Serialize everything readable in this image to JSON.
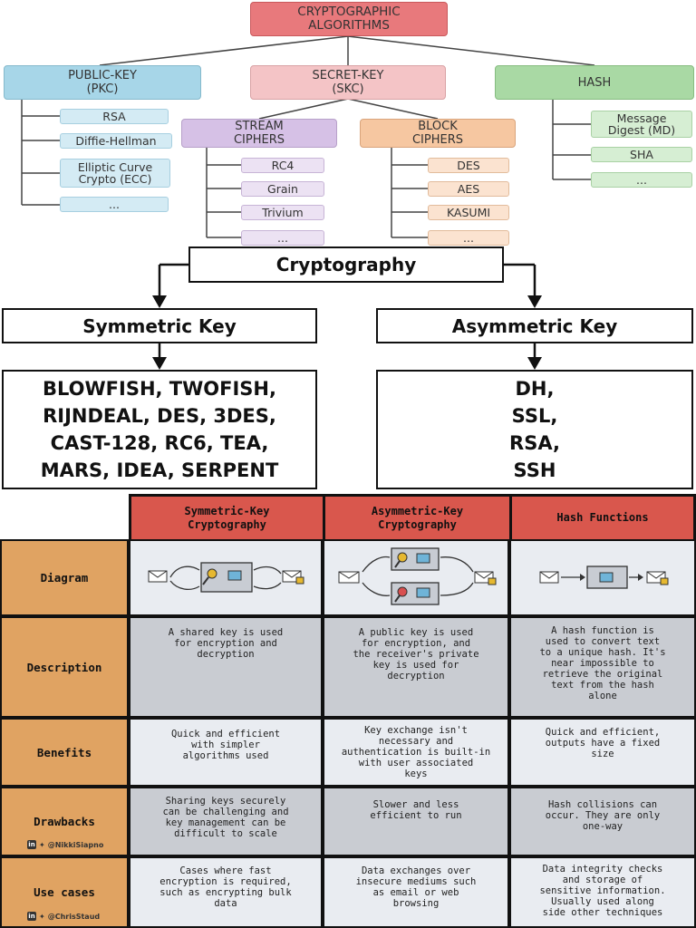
{
  "tree": {
    "root": "CRYPTOGRAPHIC\nALGORITHMS",
    "pkc": {
      "label": "PUBLIC-KEY\n(PKC)",
      "items": [
        "RSA",
        "Diffie-Hellman",
        "Elliptic Curve\nCrypto (ECC)",
        "..."
      ]
    },
    "skc": {
      "label": "SECRET-KEY\n(SKC)"
    },
    "hash": {
      "label": "HASH",
      "items": [
        "Message\nDigest (MD)",
        "SHA",
        "..."
      ]
    },
    "stream": {
      "label": "STREAM\nCIPHERS",
      "items": [
        "RC4",
        "Grain",
        "Trivium",
        "..."
      ]
    },
    "block": {
      "label": "BLOCK\nCIPHERS",
      "items": [
        "DES",
        "AES",
        "KASUMI",
        "..."
      ]
    },
    "colors": {
      "root": "#e8797c",
      "pkc": "#a7d6e8",
      "skc": "#f4c4c6",
      "hash": "#a9d9a4",
      "stream": "#d6c1e6",
      "block": "#f6c7a1"
    }
  },
  "crypto": {
    "title": "Cryptography",
    "symmetric": "Symmetric Key",
    "asymmetric": "Asymmetric Key",
    "sym_list": [
      "BLOWFISH, TWOFISH,",
      "RIJNDEAL, DES, 3DES,",
      "CAST-128, RC6, TEA,",
      "MARS, IDEA, SERPENT"
    ],
    "asym_list": [
      "DH,",
      "SSL,",
      "RSA,",
      "SSH"
    ]
  },
  "table": {
    "headers": [
      "Symmetric-Key\nCryptography",
      "Asymmetric-Key\nCryptography",
      "Hash Functions"
    ],
    "rows": [
      {
        "label": "Diagram",
        "cells": [
          "",
          "",
          ""
        ]
      },
      {
        "label": "Description",
        "cells": [
          "A shared key is used\nfor encryption and\ndecryption",
          "A public key is used\nfor encryption, and\nthe receiver's private\nkey is used for\ndecryption",
          "A hash function is\nused to convert text\nto a unique hash. It's\nnear impossible to\nretrieve the original\ntext from the hash\nalone"
        ]
      },
      {
        "label": "Benefits",
        "cells": [
          "Quick and efficient\nwith simpler\nalgorithms used",
          "Key exchange isn't\nnecessary and\nauthentication is built-in\nwith user associated\nkeys",
          "Quick and efficient,\noutputs have a fixed\nsize"
        ]
      },
      {
        "label": "Drawbacks",
        "cells": [
          "Sharing keys securely\ncan be challenging and\nkey management can be\ndifficult to scale",
          "Slower and less\nefficient to run",
          "Hash collisions can\noccur. They are only\none-way"
        ]
      },
      {
        "label": "Use cases",
        "cells": [
          "Cases where fast\nencryption is required,\nsuch as encrypting bulk\ndata",
          "Data exchanges over\ninsecure mediums such\nas email or web\nbrowsing",
          "Data integrity checks\nand storage of\nsensitive information.\nUsually used along\nside other techniques"
        ]
      }
    ],
    "credits": [
      "@NikkiSiapno",
      "@ChrisStaud"
    ],
    "colors": {
      "header": "#d9574d",
      "rowhead": "#e0a362",
      "light": "#e9ecf1",
      "dark": "#c9ccd2"
    }
  }
}
